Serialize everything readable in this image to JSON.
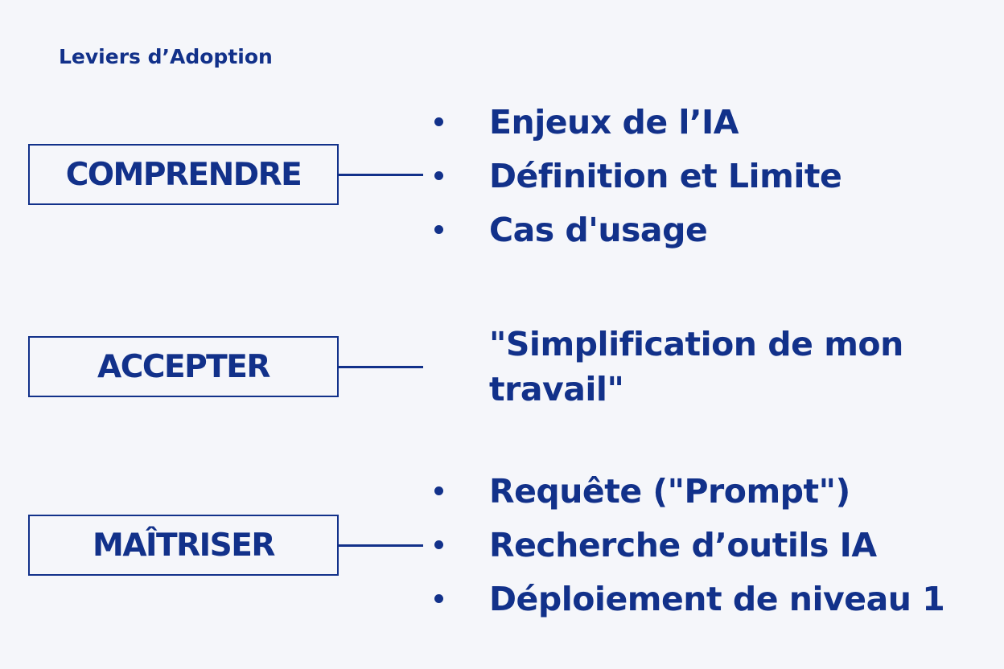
{
  "title": "Leviers d’Adoption",
  "colors": {
    "primary": "#12318a",
    "background": "#f5f6fa"
  },
  "levers": [
    {
      "label": "COMPRENDRE",
      "items": [
        "Enjeux de l’IA",
        "Définition et Limite",
        "Cas d'usage"
      ]
    },
    {
      "label": "ACCEPTER",
      "quote": "\"Simplification de mon travail\""
    },
    {
      "label": "MAÎTRISER",
      "items": [
        "Requête (\"Prompt\")",
        "Recherche d’outils IA",
        "Déploiement de niveau 1"
      ]
    }
  ]
}
